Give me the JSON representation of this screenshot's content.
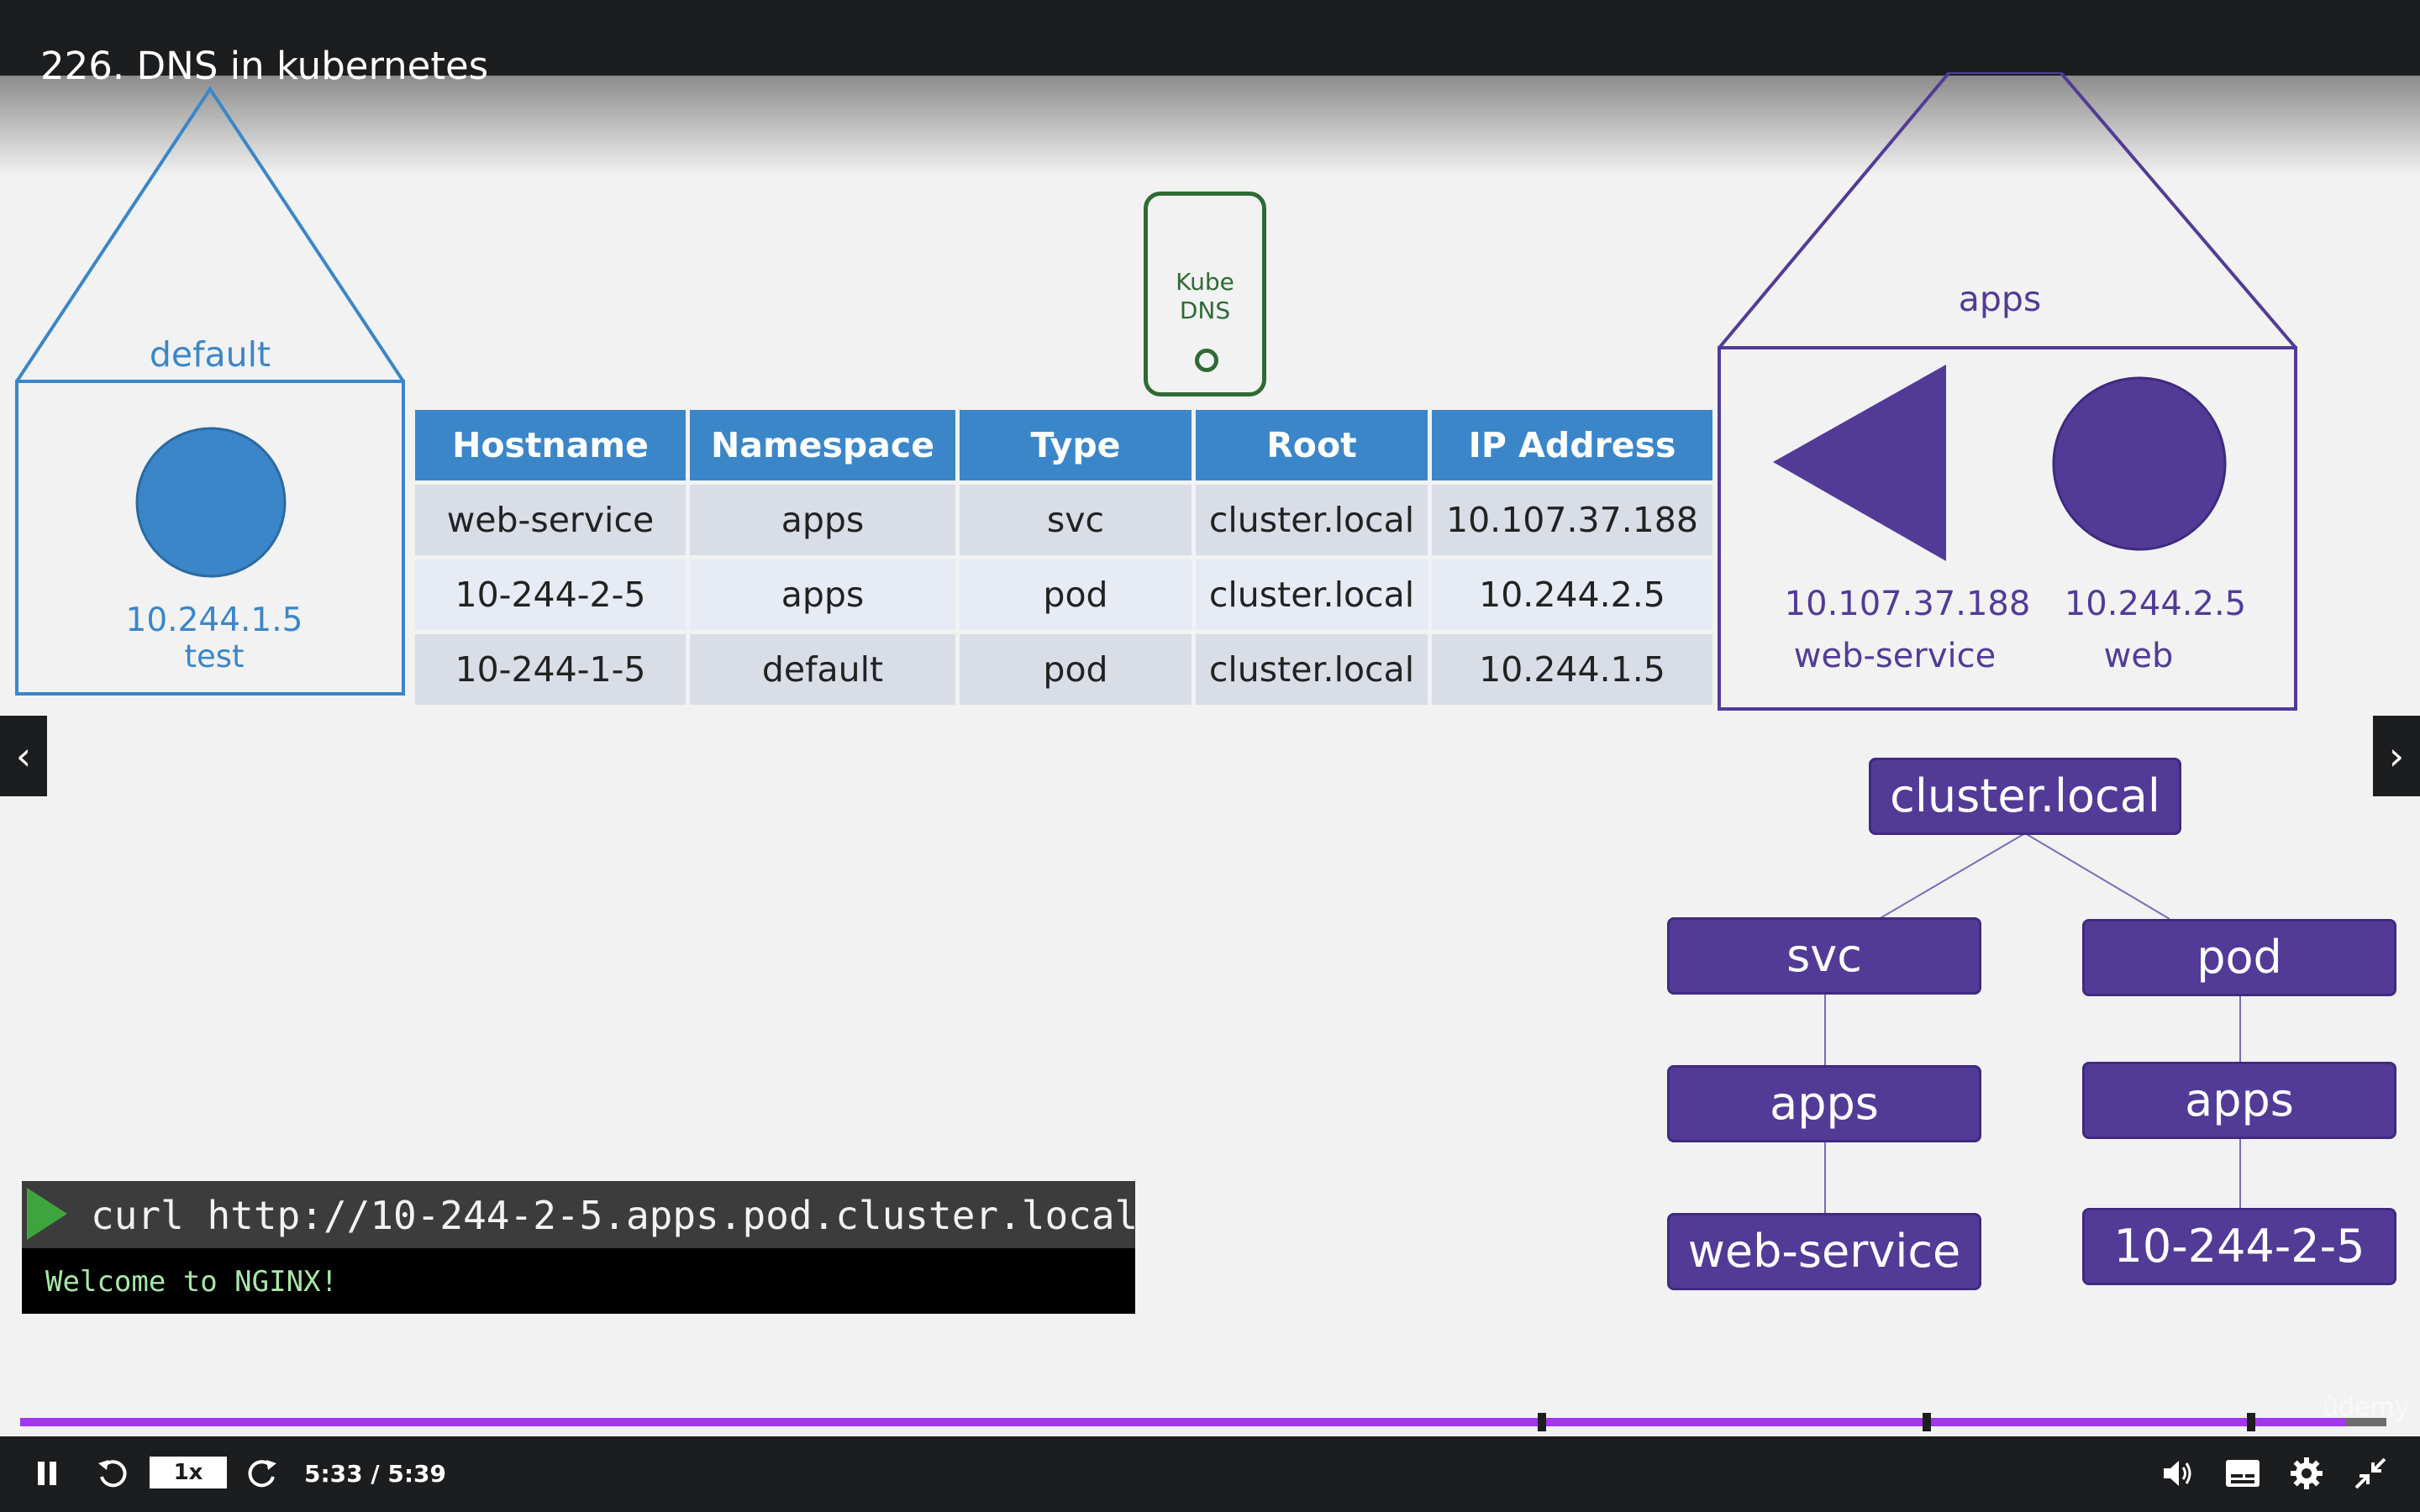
{
  "lecture": {
    "title": "226. DNS in kubernetes"
  },
  "diagram": {
    "default_ns": {
      "label": "default",
      "pod_ip": "10.244.1.5",
      "pod_name": "test"
    },
    "kube_dns": {
      "line1": "Kube",
      "line2": "DNS"
    },
    "apps_ns": {
      "label": "apps",
      "service_ip": "10.107.37.188",
      "service_name": "web-service",
      "pod_ip": "10.244.2.5",
      "pod_name": "web"
    },
    "table": {
      "headers": [
        "Hostname",
        "Namespace",
        "Type",
        "Root",
        "IP Address"
      ],
      "rows": [
        [
          "web-service",
          "apps",
          "svc",
          "cluster.local",
          "10.107.37.188"
        ],
        [
          "10-244-2-5",
          "apps",
          "pod",
          "cluster.local",
          "10.244.2.5"
        ],
        [
          "10-244-1-5",
          "default",
          "pod",
          "cluster.local",
          "10.244.1.5"
        ]
      ]
    },
    "tree": {
      "root": "cluster.local",
      "svc": "svc",
      "pod": "pod",
      "svc_ns": "apps",
      "pod_ns": "apps",
      "svc_leaf": "web-service",
      "pod_leaf": "10-244-2-5"
    },
    "terminal": {
      "command": "curl http://10-244-2-5.apps.pod.cluster.local",
      "output": "Welcome to NGINX!"
    }
  },
  "player": {
    "speed": "1x",
    "time": "5:33 / 5:39",
    "progress": 0.983,
    "watermark": "ûdemy",
    "accent": "#a435f0",
    "icons": [
      "pause-icon",
      "rewind-icon",
      "forward-icon",
      "volume-icon",
      "captions-icon",
      "settings-icon",
      "exit-fullscreen-icon"
    ]
  },
  "colors": {
    "default_ns": "#3b86c8",
    "apps_ns": "#523b97",
    "kube_dns": "#2e6b34"
  }
}
